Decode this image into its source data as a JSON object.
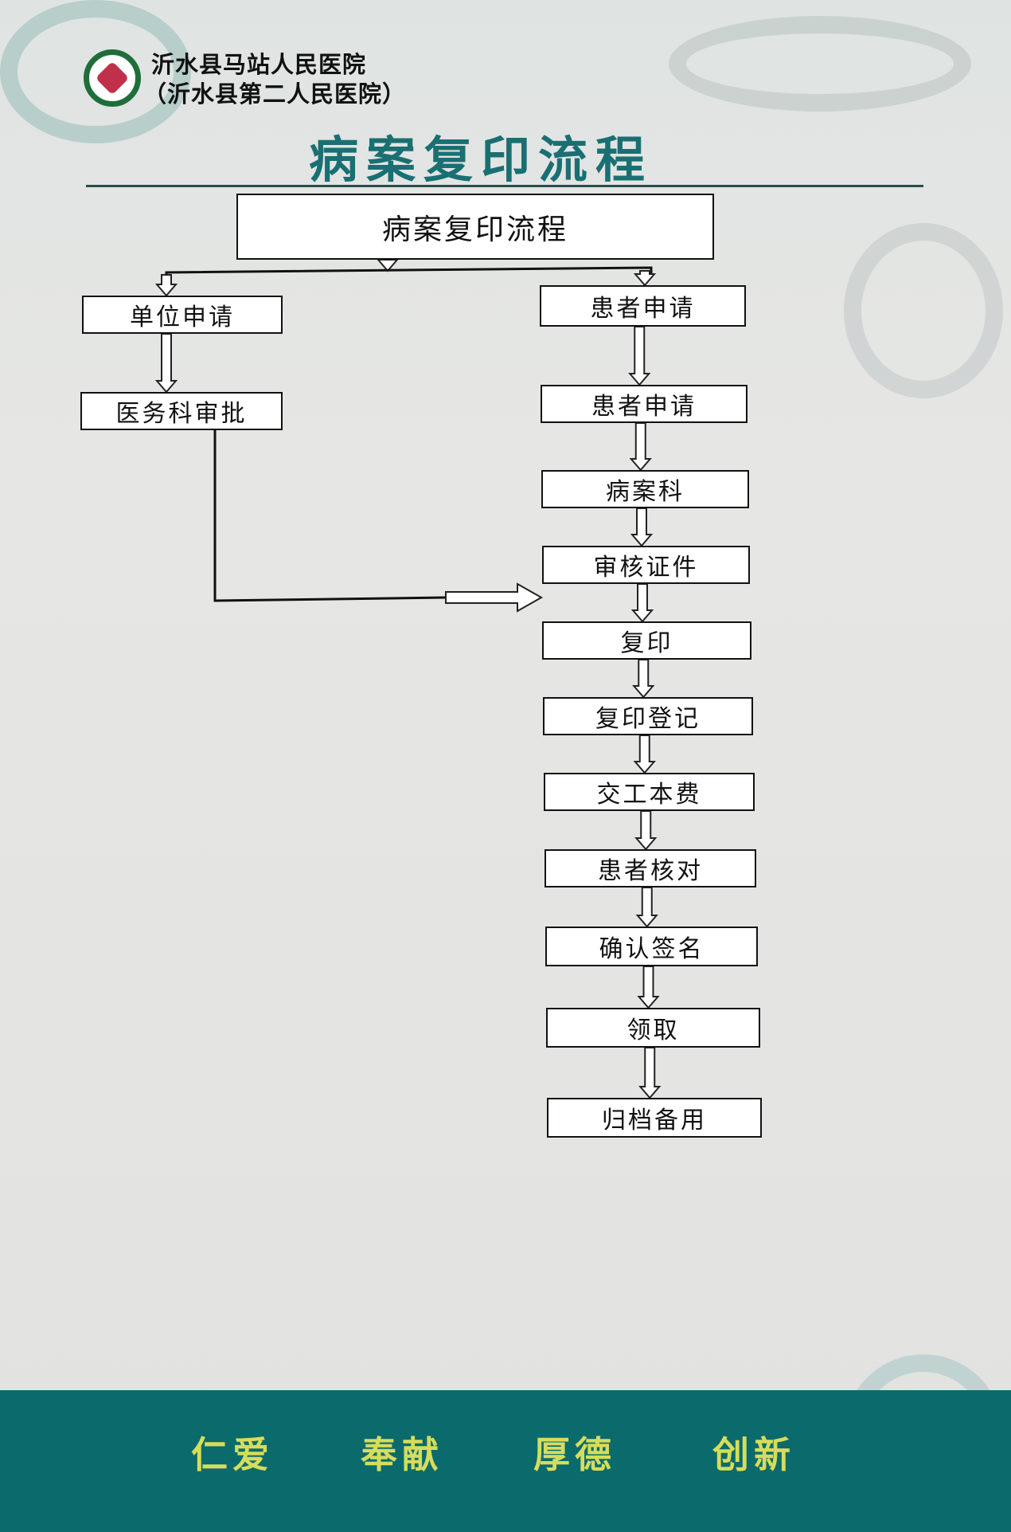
{
  "header": {
    "hospital_name": "沂水县马站人民医院",
    "hospital_alt_name": "（沂水县第二人民医院）",
    "poster_title": "病案复印流程"
  },
  "flowchart": {
    "root": "病案复印流程",
    "left_branch": [
      "单位申请",
      "医务科审批"
    ],
    "right_branch": [
      "患者申请",
      "患者申请",
      "病案科",
      "审核证件",
      "复印",
      "复印登记",
      "交工本费",
      "患者核对",
      "确认签名",
      "领取",
      "归档备用"
    ]
  },
  "footer": {
    "motto": [
      "仁爱",
      "奉献",
      "厚德",
      "创新"
    ]
  },
  "colors": {
    "teal": "#0b6a6b",
    "title": "#1a6f72",
    "motto": "#d6dc5c"
  }
}
